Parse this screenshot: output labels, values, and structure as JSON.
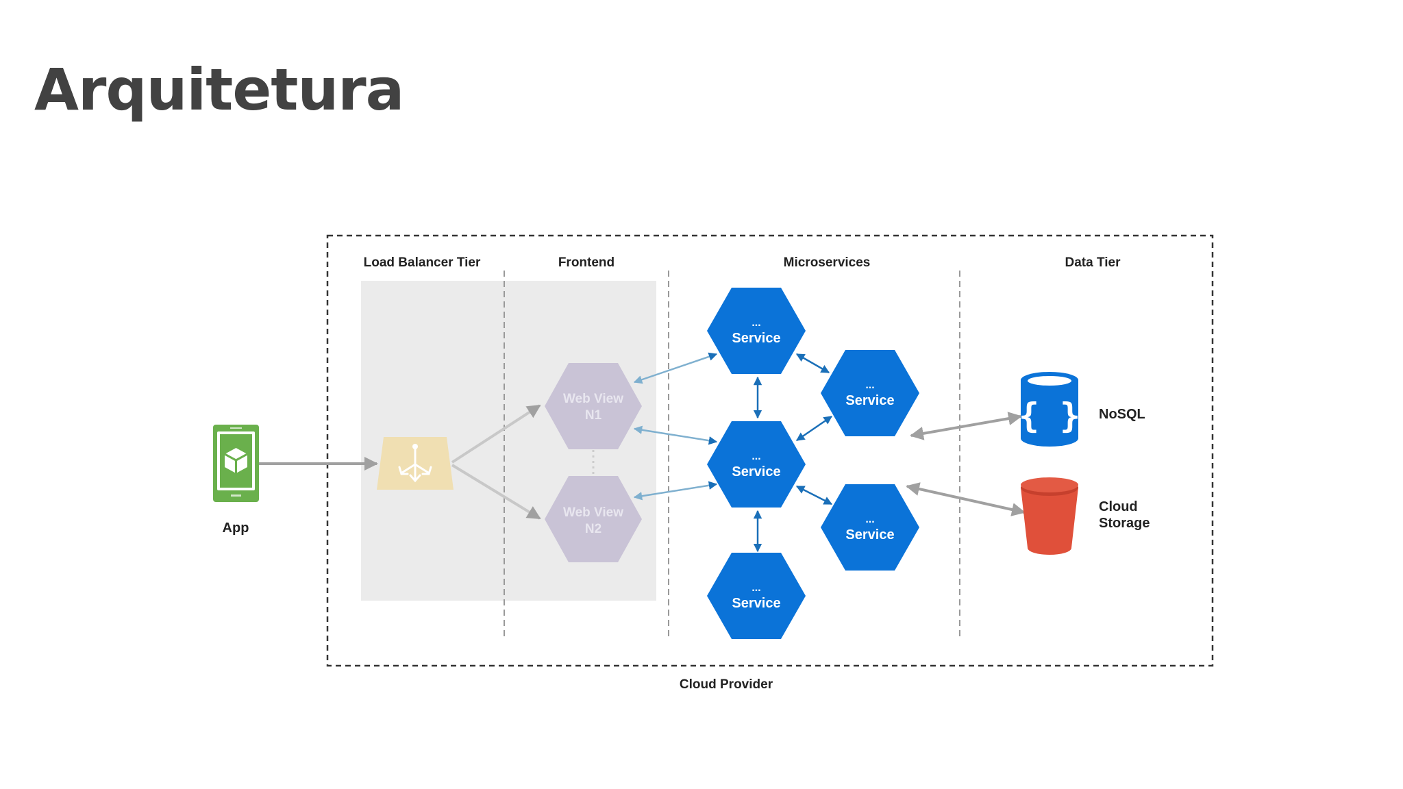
{
  "page": {
    "title": "Arquitetura"
  },
  "diagram": {
    "container_label": "Cloud Provider",
    "tiers": {
      "load_balancer": "Load Balancer Tier",
      "frontend": "Frontend",
      "microservices": "Microservices",
      "data": "Data Tier"
    },
    "app": {
      "label": "App",
      "icon": "mobile-app-icon"
    },
    "load_balancer": {
      "icon": "load-balancer-icon"
    },
    "web_views": [
      {
        "line1": "Web View",
        "line2": "N1"
      },
      {
        "line1": "Web View",
        "line2": "N2"
      }
    ],
    "services": [
      {
        "dots": "...",
        "label": "Service"
      },
      {
        "dots": "...",
        "label": "Service"
      },
      {
        "dots": "...",
        "label": "Service"
      },
      {
        "dots": "...",
        "label": "Service"
      },
      {
        "dots": "...",
        "label": "Service"
      }
    ],
    "datastores": [
      {
        "label": "NoSQL",
        "icon": "nosql-database-icon"
      },
      {
        "label_line1": "Cloud",
        "label_line2": "Storage",
        "icon": "storage-bucket-icon"
      }
    ],
    "colors": {
      "service_blue": "#0b73d8",
      "app_green": "#6ab04c",
      "load_balancer_yellow": "#f0dfb2",
      "web_view_purple": "#c9c3d6",
      "bucket_red": "#e0503a",
      "shaded_region": "#ebebeb",
      "link_gray": "#a0a0a0"
    }
  }
}
